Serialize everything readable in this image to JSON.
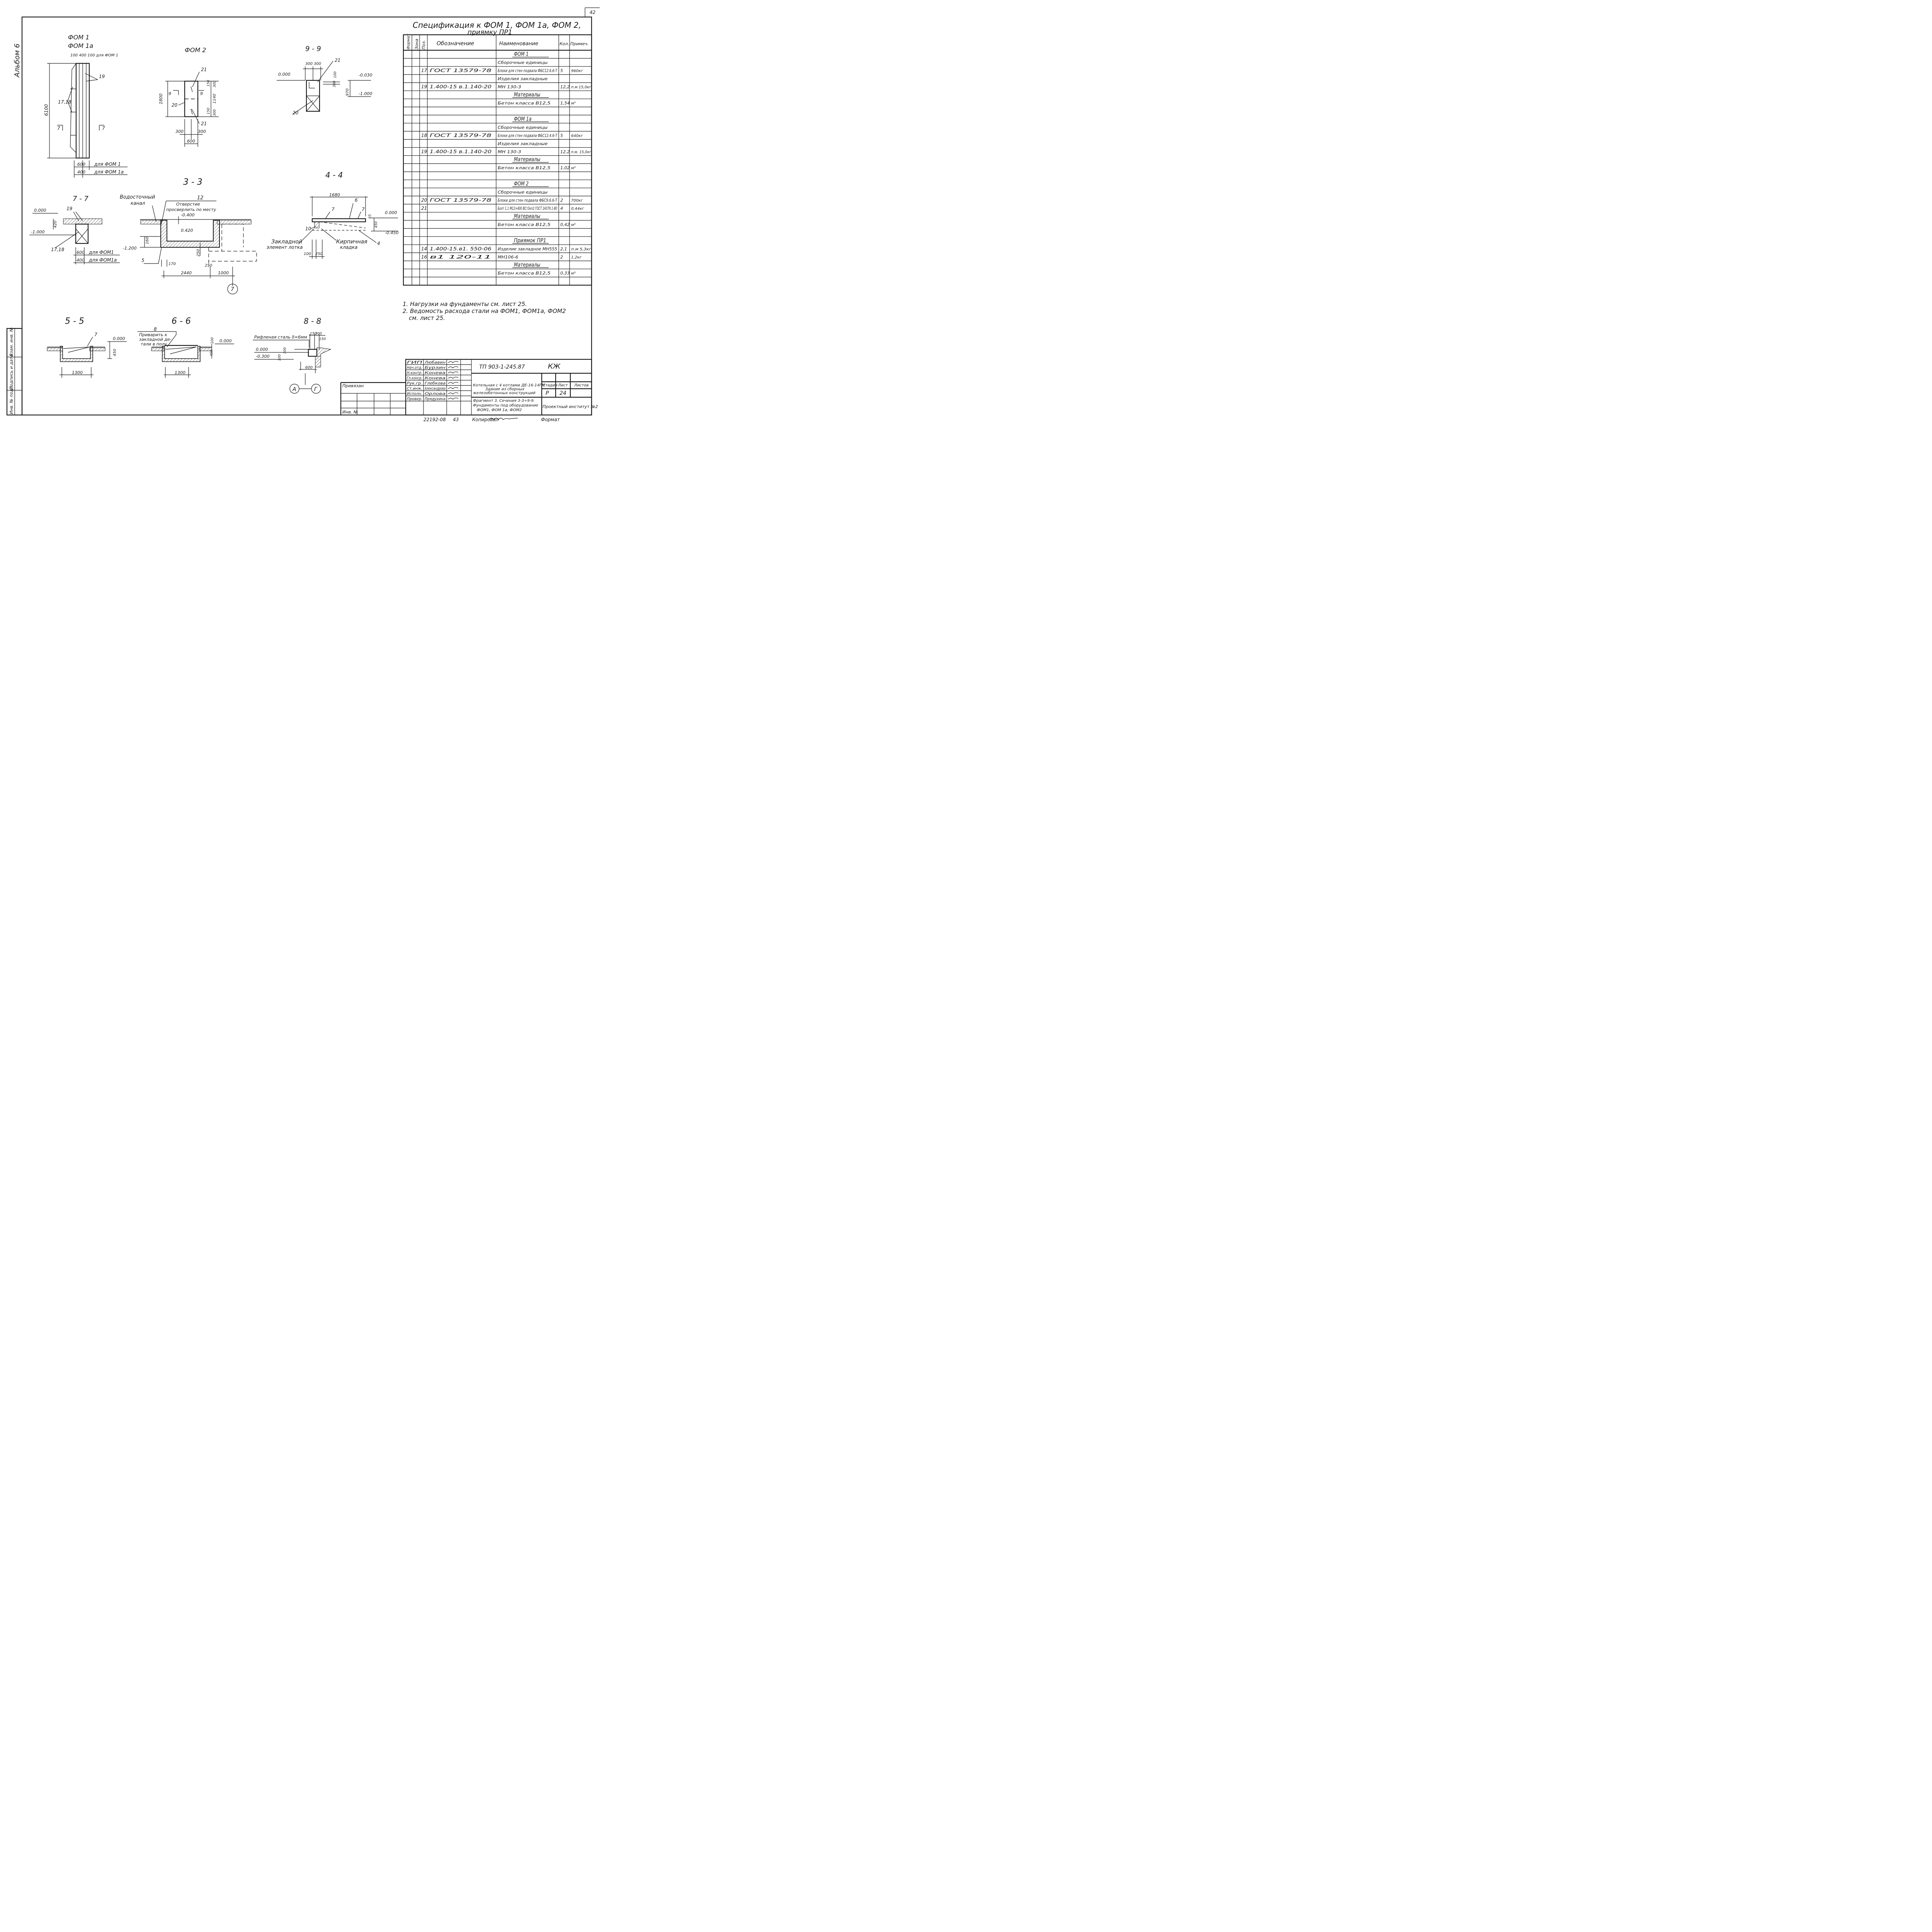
{
  "sheet": {
    "corner": "42",
    "album": "Альбом 6",
    "page_no": "43",
    "bottom_code": "22192-08",
    "copied": "Копировал",
    "format": "Формат",
    "stamp_left": {
      "inv_orig": "Инв. № подл.",
      "sign_date": "Подпись и дата",
      "inv_repl": "Взам. инв. №"
    },
    "privyazan": "Привязан",
    "inv": "Инв. №"
  },
  "spec": {
    "title1": "Спецификация к ФОМ 1, ФОМ 1а, ФОМ 2,",
    "title2": "приямку ПР1",
    "headers": {
      "format": "Формат",
      "zone": "Зона",
      "pos": "Поз.",
      "designation": "Обозначение",
      "name": "Наименование",
      "qty": "Кол.",
      "note": "Примеч."
    },
    "rows": [
      {
        "pos": "",
        "des": "",
        "name": "ФОМ 1",
        "qty": "",
        "note": ""
      },
      {
        "pos": "",
        "des": "",
        "name": "Сборочные единицы",
        "qty": "",
        "note": ""
      },
      {
        "pos": "17",
        "des": "ГОСТ 13579-78",
        "name": "Блоки для стен подвала ФБС12.6.6-Т",
        "qty": "5",
        "note": "960кг"
      },
      {
        "pos": "",
        "des": "",
        "name": "Изделия закладные",
        "qty": "",
        "note": ""
      },
      {
        "pos": "19",
        "des": "1.400-15 в.1.140-20",
        "name": "МН 130-3",
        "qty": "12,2",
        "note": "п.м 15,0кг"
      },
      {
        "pos": "",
        "des": "",
        "name": "Материалы",
        "qty": "",
        "note": ""
      },
      {
        "pos": "",
        "des": "",
        "name": "Бетон класса В12,5",
        "qty": "1,54",
        "note": "м³"
      },
      {
        "pos": "",
        "des": "",
        "name": "",
        "qty": "",
        "note": ""
      },
      {
        "pos": "",
        "des": "",
        "name": "ФОМ 1а",
        "qty": "",
        "note": ""
      },
      {
        "pos": "",
        "des": "",
        "name": "Сборочные единицы",
        "qty": "",
        "note": ""
      },
      {
        "pos": "18",
        "des": "ГОСТ 13579-78",
        "name": "Блоки для стен подвала ФБС12.4.6-Т",
        "qty": "5",
        "note": "640кг"
      },
      {
        "pos": "",
        "des": "",
        "name": "Изделия закладные",
        "qty": "",
        "note": ""
      },
      {
        "pos": "19",
        "des": "1.400-15 в.1.140-20",
        "name": "МН 130-3",
        "qty": "12,2",
        "note": "п.м. 15,0кг"
      },
      {
        "pos": "",
        "des": "",
        "name": "Материалы",
        "qty": "",
        "note": ""
      },
      {
        "pos": "",
        "des": "",
        "name": "Бетон класса В12,5",
        "qty": "1,02",
        "note": "м³"
      },
      {
        "pos": "",
        "des": "",
        "name": "",
        "qty": "",
        "note": ""
      },
      {
        "pos": "",
        "des": "",
        "name": "ФОМ 2",
        "qty": "",
        "note": ""
      },
      {
        "pos": "",
        "des": "",
        "name": "Сборочные единицы",
        "qty": "",
        "note": ""
      },
      {
        "pos": "20",
        "des": "ГОСТ 13579-78",
        "name": "Блоки для стен подвала ФБС9.6.6-Т",
        "qty": "2",
        "note": "700кг"
      },
      {
        "pos": "21",
        "des": "",
        "name": "Болт 1.1 М12×400 ВСт3кп2 ГОСТ 24379.1-80",
        "qty": "4",
        "note": "0,44кг"
      },
      {
        "pos": "",
        "des": "",
        "name": "Материалы",
        "qty": "",
        "note": ""
      },
      {
        "pos": "",
        "des": "",
        "name": "Бетон класса В12,5",
        "qty": "0,42",
        "note": "м³"
      },
      {
        "pos": "",
        "des": "",
        "name": "",
        "qty": "",
        "note": ""
      },
      {
        "pos": "",
        "des": "",
        "name": "Приямок ПР1",
        "qty": "",
        "note": ""
      },
      {
        "pos": "14",
        "des": "1.400-15.в1. 550-06",
        "name": "Изделие закладное МН555",
        "qty": "2,1",
        "note": "п.м 5,3кг"
      },
      {
        "pos": "16",
        "des": "в1 120-11",
        "name": "МН106-6",
        "qty": "2",
        "note": "1,2кг"
      },
      {
        "pos": "",
        "des": "",
        "name": "Материалы",
        "qty": "",
        "note": ""
      },
      {
        "pos": "",
        "des": "",
        "name": "Бетон класса В12,5",
        "qty": "0,33",
        "note": "м³"
      },
      {
        "pos": "",
        "des": "",
        "name": "",
        "qty": "",
        "note": ""
      }
    ]
  },
  "notes": {
    "n1": "1. Нагрузки на фундаменты см. лист 25.",
    "n2": "2. Ведомость расхода стали на ФОМ1, ФОМ1а, ФОМ2",
    "n3": "см. лист 25."
  },
  "titleblock": {
    "roles": [
      "ГИП",
      "Нач.отд.",
      "Н.контр.",
      "Гл.конср.",
      "Рук.гр.",
      "Ст.инж.",
      "Исполн.",
      "Провер."
    ],
    "names": [
      "Любавин",
      "Бурзин",
      "Конева",
      "Конева",
      "Глебкова",
      "Александрова",
      "Орлова",
      "Прядухина"
    ],
    "doc_code": "ТП 903-1-245.87",
    "mark": "КЖ",
    "project": [
      "Котельная с 4 котлами ДЕ-16-14ГМ",
      "Здание из сборных",
      "железобетонных конструкций"
    ],
    "stage_h": "Стадия",
    "sheet_h": "Лист",
    "sheets_h": "Листов",
    "stage": "Р",
    "sheet": "24",
    "drawing": [
      "Фрагмент 3. Сечения 3-3÷9-9.",
      "Фундаменты под оборудование",
      "ФОМ1, ФОМ 1а, ФОМ2"
    ],
    "org": "Проектный институт №2"
  },
  "views": {
    "fom1": {
      "t1": "ФОМ 1",
      "t2": "ФОМ 1а",
      "dim_top": "100 400 100 для ФОМ 1",
      "h": "6100",
      "l19": "19",
      "l17": "17,18",
      "sec": "7",
      "w600": "600",
      "for1": "для ФОМ 1",
      "w400": "400",
      "for1a": "для ФОМ 1а"
    },
    "fom2": {
      "t": "ФОМ 2",
      "h": "1800",
      "l21a": "21",
      "l21b": "21",
      "l20": "20",
      "sec": "9",
      "d150a": "150",
      "d300a": "300",
      "d1140": "1140",
      "d150b": "150",
      "d300b": "300",
      "d300l": "300",
      "d300r": "300",
      "d600": "600"
    },
    "s99": {
      "t": "9 - 9",
      "d300a": "300",
      "d300b": "300",
      "l21": "21",
      "e0": "0.000",
      "d100": "100",
      "e030": "-0.030",
      "d300": "300",
      "d970": "970",
      "e1": "-1.000",
      "l20": "20"
    },
    "s77": {
      "t": "7 - 7",
      "l19": "19",
      "e0": "0.000",
      "d420": "420",
      "e1": "-1.000",
      "l17": "17,18",
      "w600": "600",
      "for1": "для ФОМ1",
      "w400": "400",
      "for1a": "для ФОМ1а"
    },
    "s33": {
      "t": "3 - 3",
      "canal1": "Водосточный",
      "canal2": "канал",
      "l12": "12",
      "hole1": "Отверстие",
      "hole2": "просверлить по месту",
      "e400": "-0.400",
      "e420": "0.420",
      "d160": "160",
      "e1200": "-1.200",
      "d250a": "250",
      "d250b": "250",
      "l5": "5",
      "d170": "170",
      "d2440": "2440",
      "d1000": "1000",
      "axis": "7"
    },
    "s44": {
      "t": "4 - 4",
      "d1680": "1680",
      "l6": "6",
      "l7a": "7",
      "l7b": "7",
      "e0": "0.000",
      "d65": "65",
      "d450": "450",
      "e450": "-0.450",
      "l10": "10",
      "emb1": "Закладной",
      "emb2": "элемент лотка",
      "brick1": "Кирпичная",
      "brick2": "кладка",
      "l4": "4",
      "d100": "100",
      "d250": "250"
    },
    "s55": {
      "t": "5 - 5",
      "l7": "7",
      "e0": "0.000",
      "d450": "450",
      "d1300": "1300"
    },
    "s66": {
      "t": "6 - 6",
      "l8": "8",
      "w1": "Приварить к",
      "w2": "закладной де-",
      "w3": "тали в полу",
      "d100": "100",
      "e0": "0.000",
      "d450": "450",
      "d1300": "1300"
    },
    "s88": {
      "t": "8 - 8",
      "steel": "Рифленая сталь δ=6мм",
      "d150a": "150",
      "d300": "300",
      "d150b": "150",
      "e0": "0.000",
      "e300": "-0.300",
      "d100": "100",
      "d300v": "300",
      "d600": "600",
      "axA": "А",
      "axG": "Г"
    }
  }
}
